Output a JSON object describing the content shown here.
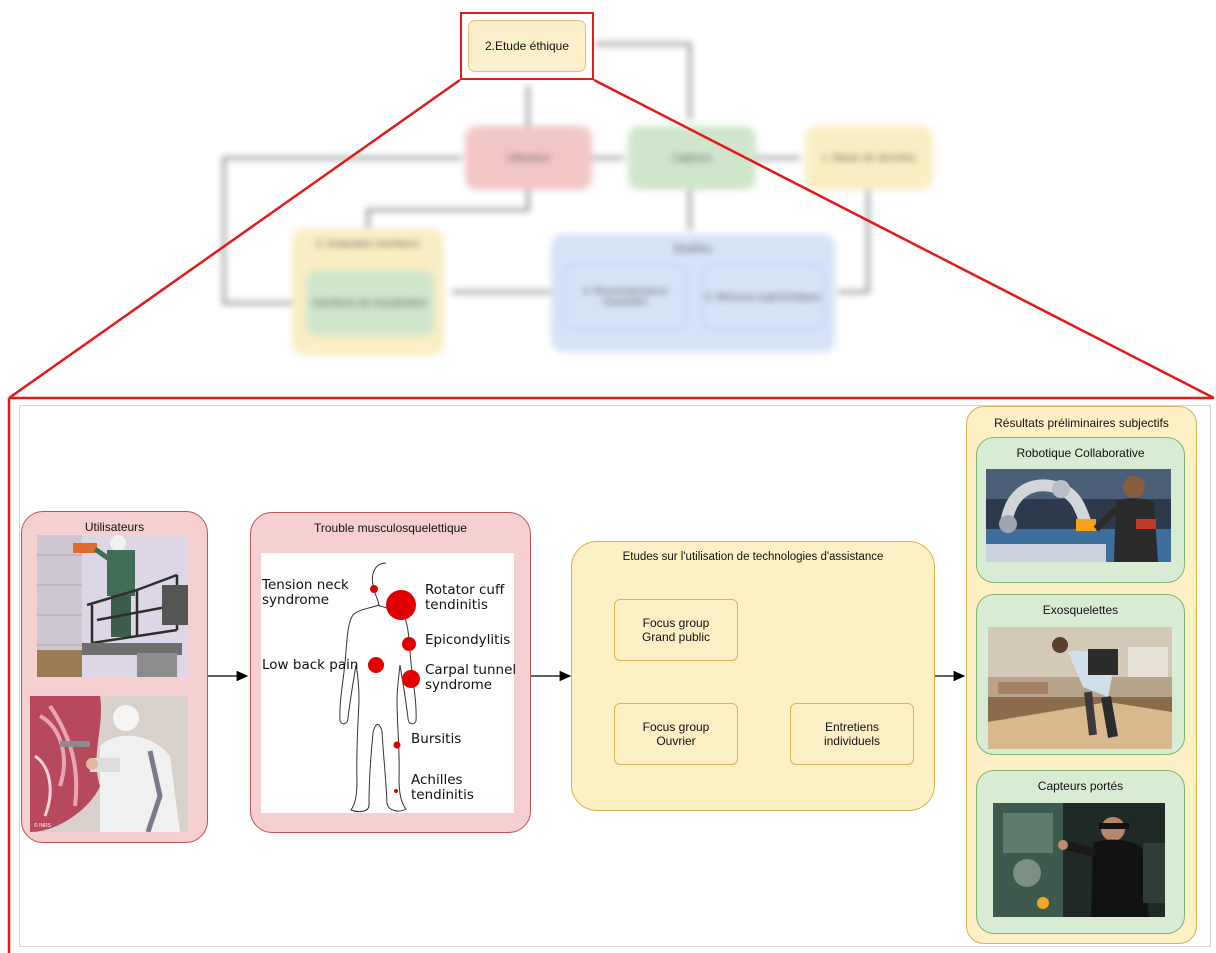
{
  "overview": {
    "etude_ethique": "2.Etude éthique",
    "utilisateur": "Utilisateur",
    "capteurs": "Capteurs",
    "bases_donnees": "1. Bases de données",
    "evaluation_interfaces": "6. Evaluation interfaces",
    "interfaces_visualisation": "Interfaces de visualisation",
    "modeles": "Modèles",
    "reconnaissance": "4. Reconnaissance d'activités",
    "mesures": "5. Mesures ergonomiques"
  },
  "detail": {
    "utilisateurs": {
      "title": "Utilisateurs",
      "photo_credit": "© INRS"
    },
    "tms": {
      "title": "Trouble musculosquelettique",
      "labels": {
        "tension_neck": "Tension neck\nsyndrome",
        "rotator_cuff": "Rotator cuff\ntendinitis",
        "epicondylitis": "Epicondylitis",
        "low_back_pain": "Low back pain",
        "carpal_tunnel": "Carpal tunnel\nsyndrome",
        "bursitis": "Bursitis",
        "achilles": "Achilles\ntendinitis"
      }
    },
    "etudes": {
      "title": "Etudes sur l'utilisation de technologies d'assistance",
      "focus_grand_public": "Focus group\nGrand public",
      "focus_ouvrier": "Focus group\nOuvrier",
      "entretiens": "Entretiens\nindividuels"
    },
    "resultats": {
      "title": "Résultats préliminaires subjectifs",
      "robotique": "Robotique Collaborative",
      "exosquelettes": "Exosquelettes",
      "capteurs_portes": "Capteurs portés"
    }
  },
  "colors": {
    "highlight_red": "#e31a1a",
    "pink_fill": "#f6cfd0",
    "yellow_fill": "#fdf0c4",
    "green_fill": "#d7ecd3",
    "blue_fill": "#d5e3f7",
    "dot_red": "#e00000"
  }
}
